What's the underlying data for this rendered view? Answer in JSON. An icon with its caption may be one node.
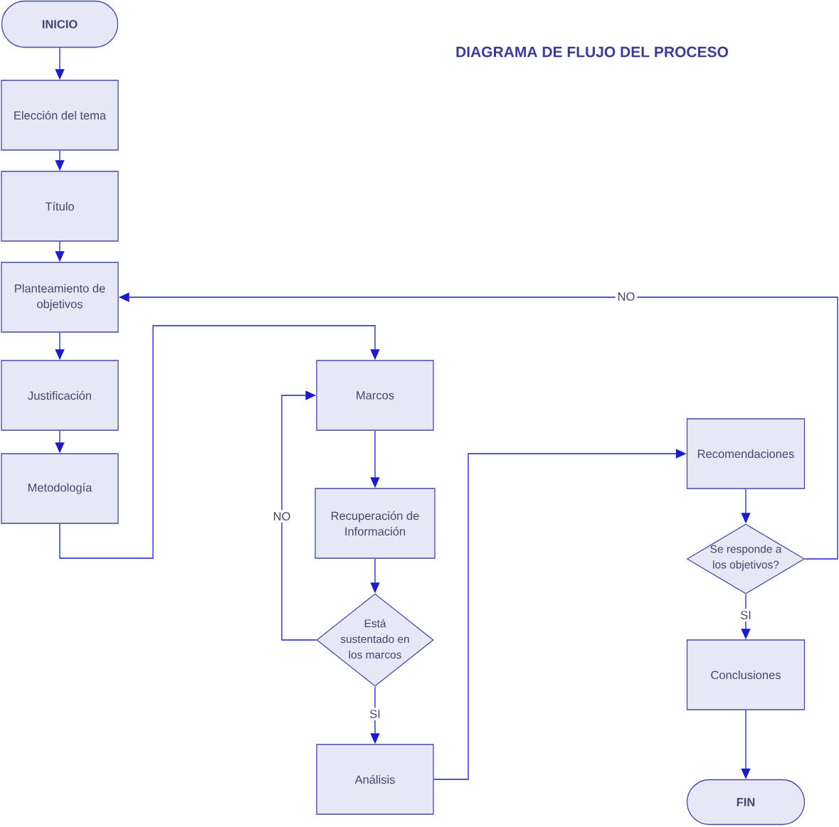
{
  "diagram": {
    "title": "DIAGRAMA DE FLUJO DEL PROCESO",
    "nodes": [
      {
        "text": [
          "INICIO"
        ]
      },
      {
        "text": [
          "Elección del tema"
        ]
      },
      {
        "text": [
          "Título"
        ]
      },
      {
        "text": [
          "Planteamiento de objetivos"
        ]
      },
      {
        "text": [
          "Justificación"
        ]
      },
      {
        "text": [
          "Metodología"
        ]
      },
      {
        "text": [
          "Marcos"
        ]
      },
      {
        "text": [
          "Recuperación de Información"
        ]
      },
      {
        "text": [
          "Está sustentado en los marcos"
        ]
      },
      {
        "text": [
          "Análisis"
        ]
      },
      {
        "text": [
          "Recomendaciones"
        ]
      },
      {
        "text": [
          "Se responde a los objetivos?"
        ]
      },
      {
        "text": [
          "Conclusiones"
        ]
      },
      {
        "text": [
          "FIN"
        ]
      }
    ],
    "edges": [
      {
        "from": 0,
        "to": 1,
        "arrow": "to"
      },
      {
        "from": 1,
        "to": 2,
        "arrow": "to"
      },
      {
        "from": 2,
        "to": 3,
        "arrow": "to"
      },
      {
        "from": 3,
        "to": 4,
        "arrow": "to"
      },
      {
        "from": 4,
        "to": 5,
        "arrow": "to"
      },
      {
        "from": 5,
        "to": 6,
        "arrow": "to"
      },
      {
        "from": 6,
        "to": 7,
        "arrow": "to"
      },
      {
        "from": 7,
        "to": 8,
        "arrow": "to"
      },
      {
        "from": 8,
        "to": 6,
        "arrow": "to",
        "label": "NO"
      },
      {
        "from": 8,
        "to": 9,
        "arrow": "to",
        "label": "SI"
      },
      {
        "from": 9,
        "to": 10,
        "arrow": "to"
      },
      {
        "from": 10,
        "to": 11,
        "arrow": "to"
      },
      {
        "from": 11,
        "to": 12,
        "arrow": "to",
        "label": "SI"
      },
      {
        "from": 12,
        "to": 13,
        "arrow": "to"
      },
      {
        "from": 11,
        "to": 3,
        "arrow": "to",
        "label": "NO"
      }
    ]
  }
}
